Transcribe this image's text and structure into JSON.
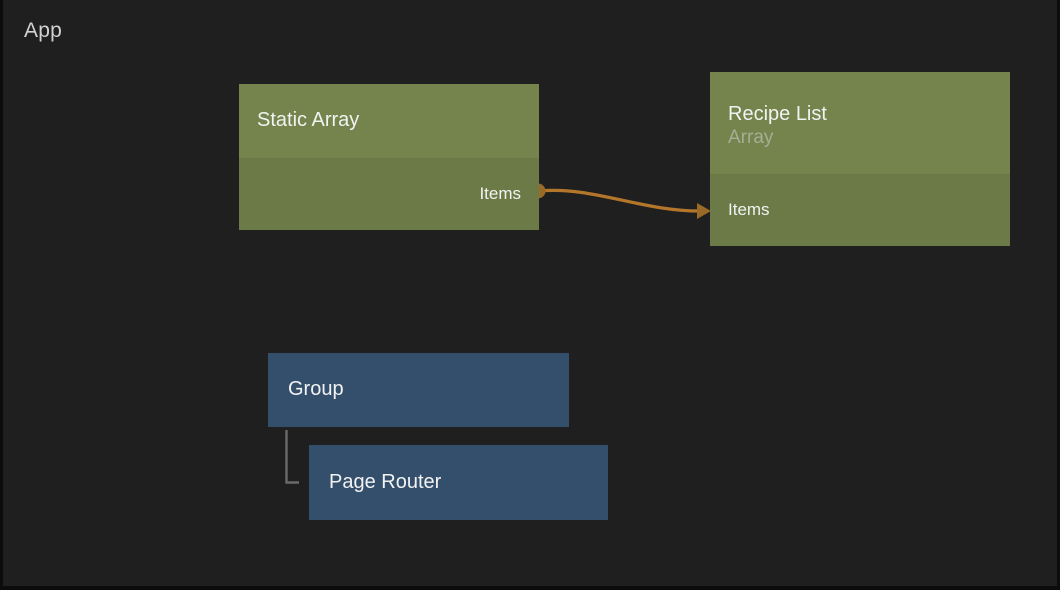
{
  "canvas": {
    "title": "App",
    "background_color": "#1f1f1f",
    "border_color": "#0c0c0c"
  },
  "colors": {
    "green_header": "#74844c",
    "green_body": "#6b7a47",
    "blue_node": "#344f6b",
    "edge_orange": "#b3762a",
    "elbow_gray": "#6a6a6a",
    "text_primary": "#f2f2f2",
    "text_muted": "#a8ad95",
    "title_text": "#d2d2d2"
  },
  "nodes": [
    {
      "id": "static-array",
      "title": "Static Array",
      "subtitle": "",
      "kind": "green",
      "ports": [
        {
          "name": "Items",
          "direction": "output"
        }
      ]
    },
    {
      "id": "recipe-list",
      "title": "Recipe List",
      "subtitle": "Array",
      "kind": "green",
      "ports": [
        {
          "name": "Items",
          "direction": "input"
        }
      ]
    },
    {
      "id": "group",
      "title": "Group",
      "subtitle": "",
      "kind": "blue",
      "ports": []
    },
    {
      "id": "page-router",
      "title": "Page Router",
      "subtitle": "",
      "kind": "blue",
      "ports": []
    }
  ],
  "edges": [
    {
      "id": "static-array-items-to-recipe-list-items",
      "from": "static-array.Items",
      "to": "recipe-list.Items",
      "style": "bezier",
      "color": "#b3762a",
      "start_marker": "dot",
      "end_marker": "arrow"
    },
    {
      "id": "group-to-page-router",
      "from": "group",
      "to": "page-router",
      "style": "elbow",
      "color": "#6a6a6a",
      "start_marker": "none",
      "end_marker": "none"
    }
  ]
}
